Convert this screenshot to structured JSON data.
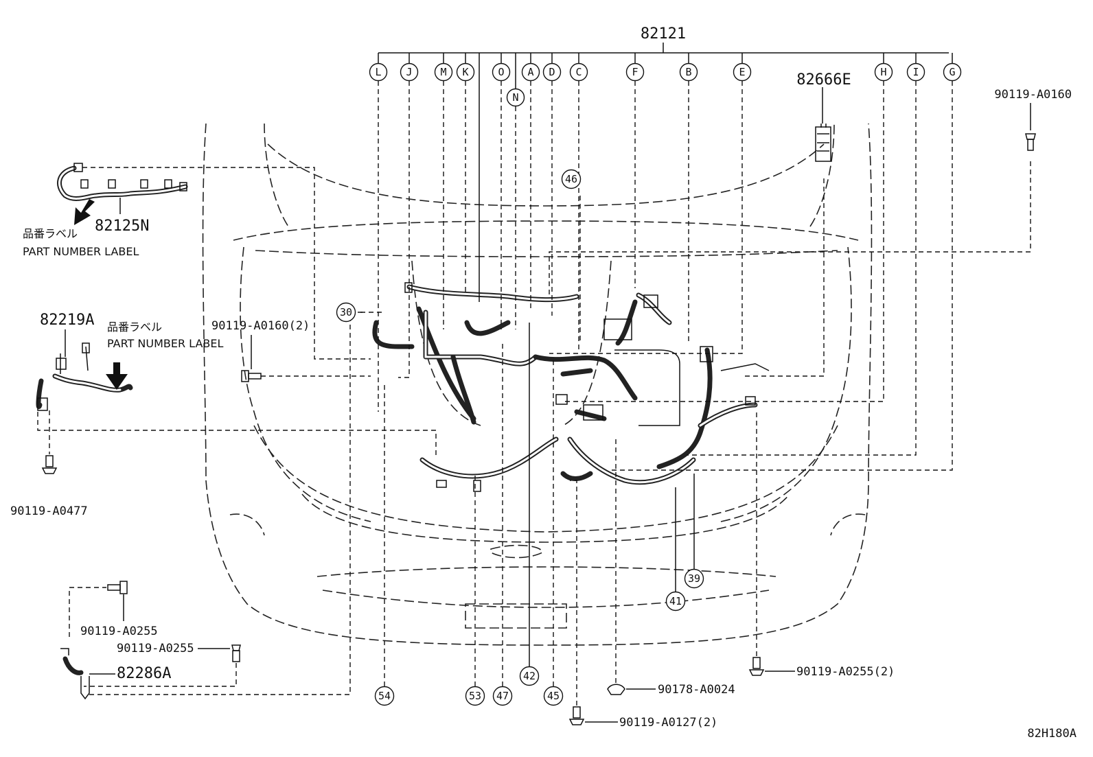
{
  "main_part": "82121",
  "branch_letters": [
    "L",
    "J",
    "M",
    "K",
    "O",
    "N",
    "A",
    "D",
    "C",
    "F",
    "B",
    "E",
    "H",
    "I",
    "G"
  ],
  "part_82666e": "82666E",
  "part_82125n": "82125N",
  "part_82219a": "82219A",
  "part_82286a": "82286A",
  "label_jp": "品番ラベル",
  "label_en": "PART NUMBER LABEL",
  "bolts": {
    "b0160_top": "90119-A0160",
    "b0160_2": "90119-A0160(2)",
    "b0477": "90119-A0477",
    "b0255_a": "90119-A0255",
    "b0255_b": "90119-A0255",
    "b0255_2": "90119-A0255(2)",
    "clip0024": "90178-A0024",
    "b0127_2": "90119-A0127(2)"
  },
  "callouts": [
    "46",
    "30",
    "54",
    "53",
    "47",
    "42",
    "45",
    "39",
    "41"
  ],
  "diagram_code": "82H180A"
}
